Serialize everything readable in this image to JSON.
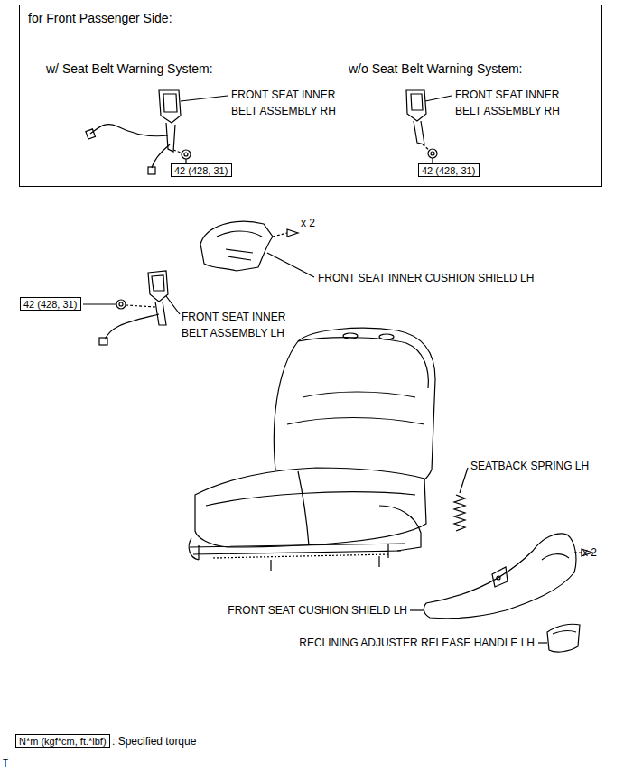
{
  "diagram": {
    "nodes": [
      {
        "text": [
          "for Front Passenger Side:",
          "w/ Seat Belt Warning System:",
          "w/o Seat Belt Warning System:"
        ]
      },
      {
        "text": [
          "42 (428, 31)"
        ],
        "in": 0
      },
      {
        "text": [
          "42 (428, 31)"
        ],
        "in": 0
      },
      {
        "text": [
          "42 (428, 31)"
        ]
      },
      {
        "text": [
          "N*m (kgf*cm, ft.*lbf)",
          ": Specified torque"
        ]
      }
    ],
    "labels": [
      "FRONT SEAT INNER BELT ASSEMBLY RH",
      "FRONT SEAT INNER BELT ASSEMBLY RH",
      "x 2",
      "FRONT SEAT INNER CUSHION SHIELD LH",
      "FRONT SEAT INNER BELT ASSEMBLY LH",
      "SEATBACK SPRING LH",
      "x 2",
      "FRONT SEAT CUSHION SHIELD LH",
      "RECLINING ADJUSTER RELEASE HANDLE LH",
      "T"
    ]
  }
}
